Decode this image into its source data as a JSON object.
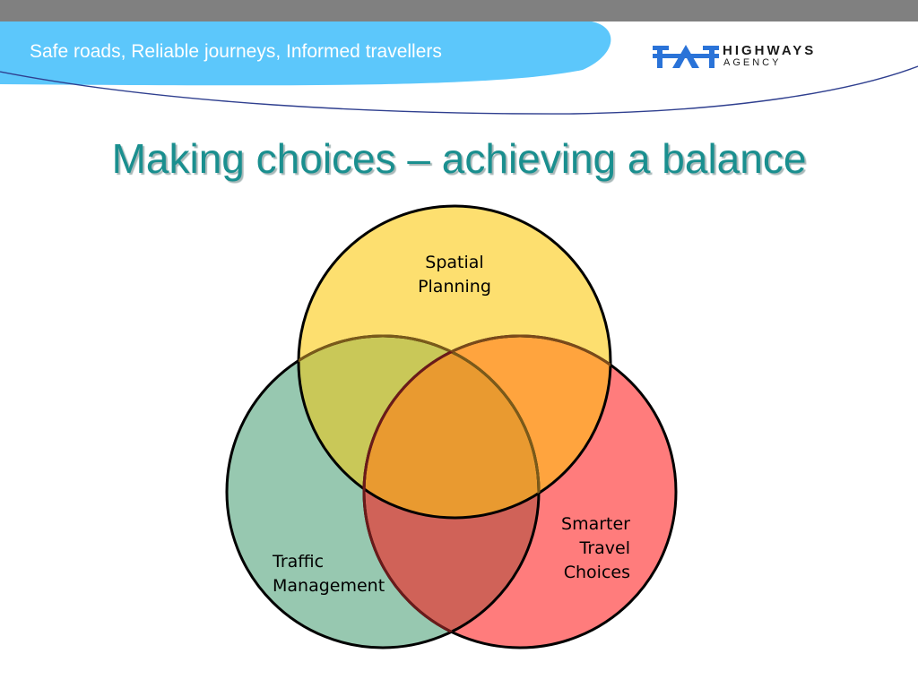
{
  "header": {
    "tagline": "Safe roads, Reliable journeys, Informed travellers",
    "logo": {
      "line1": "HIGHWAYS",
      "line2": "AGENCY",
      "color": "#2a73d8"
    }
  },
  "title": "Making choices – achieving a balance",
  "diagram": {
    "circles": [
      {
        "name": "Spatial Planning",
        "label_lines": [
          "Spatial",
          "Planning"
        ],
        "color": "#fddf6f"
      },
      {
        "name": "Traffic Management",
        "label_lines": [
          "Traffic",
          "Management"
        ],
        "color": "#97c8b0"
      },
      {
        "name": "Smarter Travel Choices",
        "label_lines": [
          "Smarter",
          "Travel",
          "Choices"
        ],
        "color": "#ff7c7c"
      }
    ],
    "overlap_colors": {
      "spatial_traffic": "#c9c858",
      "spatial_smarter": "#ffa43e",
      "traffic_smarter": "#d06258",
      "all_three": "#e99a30"
    }
  },
  "colors": {
    "accent_band": "#5cc7fb",
    "title": "#1a8f8f",
    "top_bar": "#808080"
  }
}
